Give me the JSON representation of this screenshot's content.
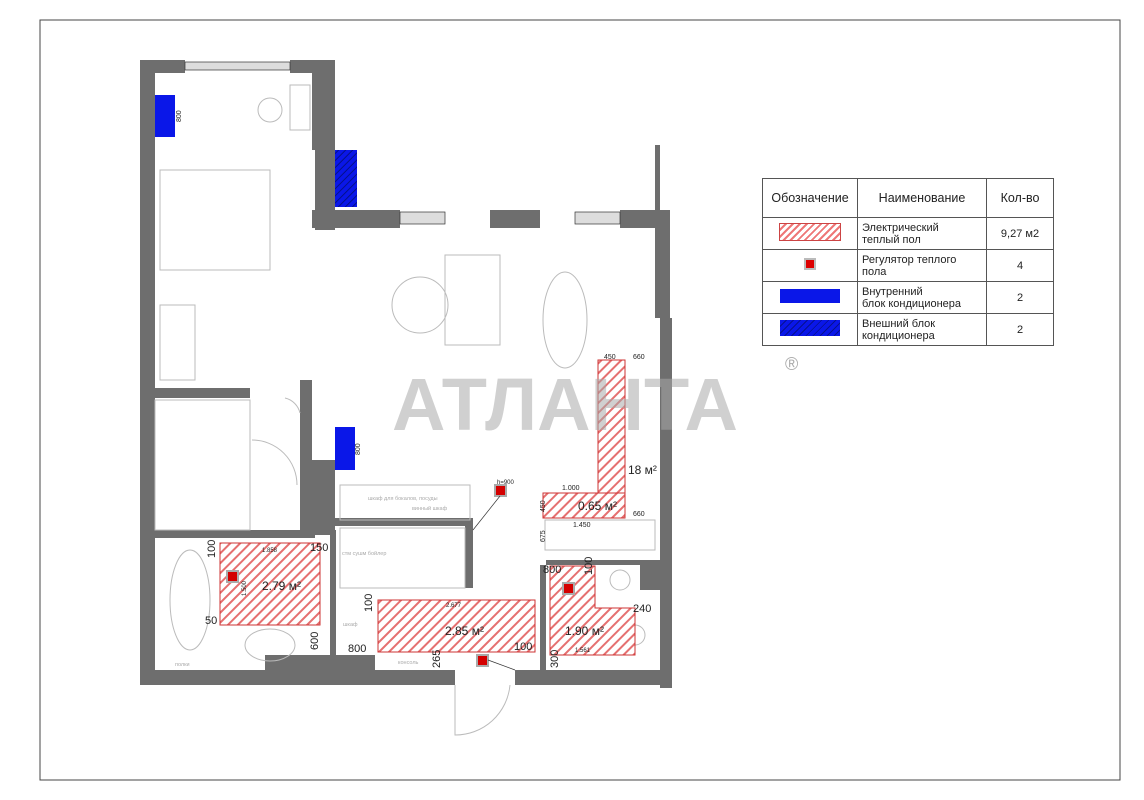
{
  "watermark": {
    "text": "АТЛАНТА",
    "mark": "®"
  },
  "legend": {
    "headers": [
      "Обозначение",
      "Наименование",
      "Кол-во"
    ],
    "rows": [
      {
        "symbol": "hatched-red-area",
        "name_line1": "Электрический",
        "name_line2": "теплый пол",
        "qty": "9,27 м2"
      },
      {
        "symbol": "regulator-icon",
        "name_line1": "Регулятор теплого пола",
        "name_line2": "",
        "qty": "4"
      },
      {
        "symbol": "blue-block",
        "name_line1": "Внутренний",
        "name_line2": "блок кондиционера",
        "qty": "2"
      },
      {
        "symbol": "hatched-blue-block",
        "name_line1": "Внешний блок",
        "name_line2": "кондиционера",
        "qty": "2"
      }
    ]
  },
  "colors": {
    "wall": "#6e6e6e",
    "heated_floor": "#e06060",
    "ac_indoor": "#0a17e8",
    "ac_outdoor": "#0a17e8",
    "regulator": "#d40000"
  },
  "areas": {
    "bathroom": "2.79 м²",
    "corridor": "2.85 м²",
    "kitchen_small": "0.65 м²",
    "kitchen_long": "18 м²",
    "wc": "1.90 м²"
  },
  "dims": {
    "bath_top": "100",
    "bath_right": "150",
    "bath_len": "1.858",
    "bath_h": "1.500",
    "bath_left": "50",
    "bath_bottom": "600",
    "cor_left": "100",
    "cor_len": "2.677",
    "cor_bottom_left": "800",
    "cor_265": "265",
    "cor_right": "100",
    "k_450_top": "450",
    "k_660_top": "660",
    "k_1000": "1.000",
    "k_450_side": "450",
    "k_660_bot": "660",
    "k_1450": "1.450",
    "k_675": "675",
    "wc_800": "800",
    "wc_100": "100",
    "wc_240": "240",
    "wc_1561": "1.561",
    "wc_300": "300",
    "ac_800_a": "800",
    "ac_800_b": "800",
    "reg_h": "h=900"
  },
  "furniture_labels": {
    "glass_cabinet": "шкаф для бокалов, посуды",
    "wine_cabinet": "винный шкаф",
    "boiler": "стм сушм бойлер",
    "wardrobe": "шкаф",
    "console": "консоль",
    "shelves": "полки"
  }
}
